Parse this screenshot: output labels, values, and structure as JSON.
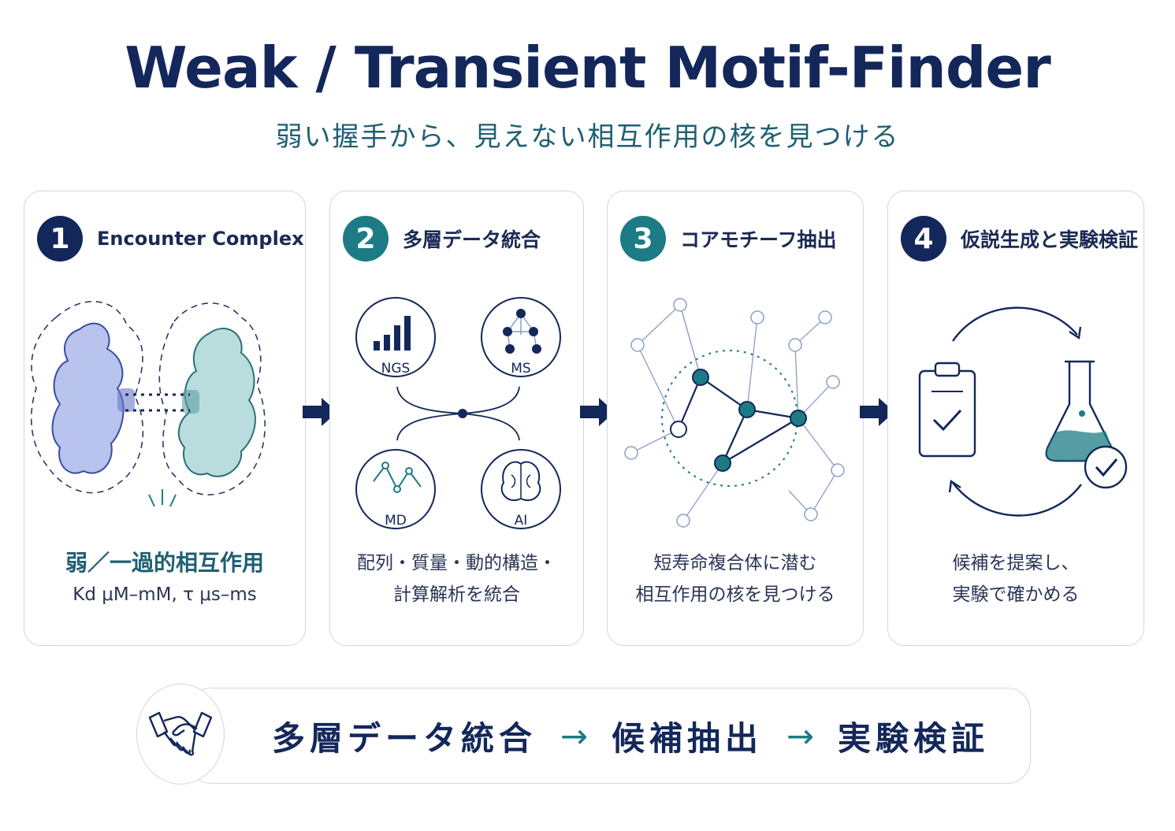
{
  "title": "Weak / Transient Motif-Finder",
  "subtitle": "弱い握手から、見えない相互作用の核を見つける",
  "panels": [
    {
      "number": "1",
      "label": "Encounter Complex",
      "accent": "弱／一過的相互作用",
      "line1": "Kd μM–mM, τ μs–ms"
    },
    {
      "number": "2",
      "label": "多層データ統合",
      "nodes": [
        "NGS",
        "MS",
        "MD",
        "AI"
      ],
      "line1": "配列・質量・動的構造・",
      "line2": "計算解析を統合"
    },
    {
      "number": "3",
      "label": "コアモチーフ抽出",
      "line1": "短寿命複合体に潜む",
      "line2": "相互作用の核を見つける"
    },
    {
      "number": "4",
      "label": "仮説生成と実験検証",
      "line1": "候補を提案し、",
      "line2": "実験で確かめる"
    }
  ],
  "flow": {
    "step1": "多層データ統合",
    "arrow": "→",
    "step2": "候補抽出",
    "step3": "実験検証"
  },
  "colors": {
    "navy": "#13275a",
    "teal": "#1c7b84",
    "lavender": "#b8c3ee",
    "mint": "#b9dcdc"
  }
}
